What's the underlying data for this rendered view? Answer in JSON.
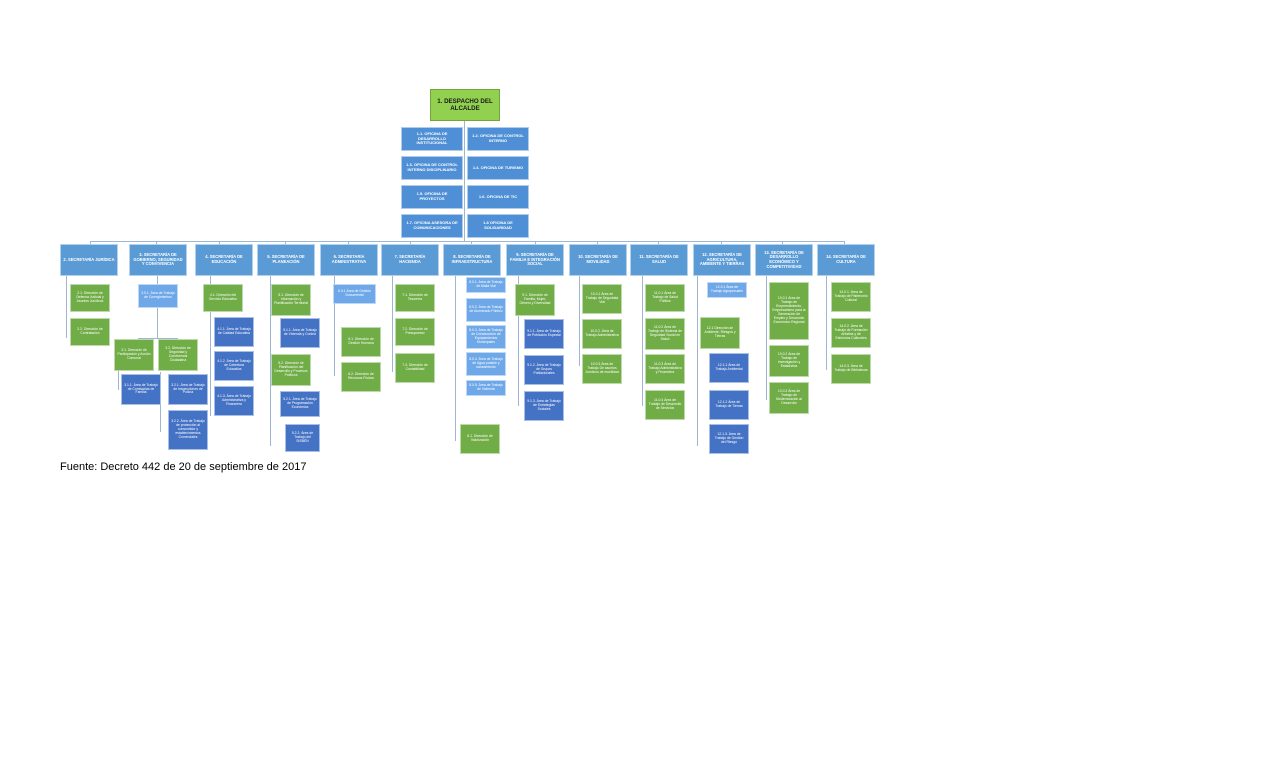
{
  "top": {
    "label": "1. DESPACHO DEL ALCALDE"
  },
  "offices": [
    "1.1. OFICINA DE DESARROLLO INSTITUCIONAL",
    "1.2. OFICINA DE CONTROL INTERNO",
    "1.3. OFICINA DE CONTROL INTERNO DISCIPLINARIO",
    "1.4. OFICINA DE TURISMO",
    "1.5. OFICINA DE PROYECTOS",
    "1.6. OFICINA DE TIC",
    "1.7. OFICINA ASESORA DE COMUNICACIONES",
    "1.8 OFICINA DE SOLIDARIDAD"
  ],
  "secretarias": [
    {
      "title": "2. SECRETARÍA JURÍDICA",
      "children": [
        "2.1. Dirección de Defensa Judicial y Asuntos Jurídicos",
        "2.2. Dirección de Contratación"
      ]
    },
    {
      "title": "3. SECRETARÍA DE GOBIERNO, SEGURIDAD Y CONVIVENCIA",
      "children": [
        "3.0.1. Área de Trabajo de Corregimientos",
        "3.1. Dirección de Participación y Acción Comunal",
        "3.2. Dirección de Seguridad y Convivencia Ciudadana",
        "3.1.1. Área de Trabajo de Comisarías de Familia",
        "3.2.1. Área de Trabajo de Inspecciones de Policía",
        "3.2.2. Área de Trabajo de protección al consumidor y establecimientos Comerciales"
      ]
    },
    {
      "title": "4. SECRETARÍA DE EDUCACIÓN",
      "children": [
        "4.1. Dirección del Servicio Educativo",
        "4.1.1. Área de Trabajo de Calidad Educativa",
        "4.1.2. Área de Trabajo de Cobertura Educativa",
        "4.1.3. Área de Trabajo Administrativa y Financiera"
      ]
    },
    {
      "title": "5. SECRETARÍA DE PLANEACIÓN",
      "children": [
        "5.1. Dirección de Información y Planificación Territorial",
        "5.1.1. Área de Trabajo de Vivienda y Control",
        "5.2. Dirección de Planificación del Desarrollo y Procesos Políticos",
        "5.2.1. Área de Trabajo de Programación Económica",
        "5.2.2. Área de Trabajo del SISBÉN"
      ]
    },
    {
      "title": "6. SECRETARÍA ADMINISTRATIVA",
      "children": [
        "6.0.1 Área de Gestión Documental",
        "6.1. Dirección de Gestión Humana",
        "6.2. Dirección de Recursos Físicos"
      ]
    },
    {
      "title": "7. SECRETARÍA HACIENDA",
      "children": [
        "7.1. Dirección de Tesorería",
        "7.2. Dirección de Presupuesto",
        "7.3. Dirección de Contabilidad"
      ]
    },
    {
      "title": "8. SECRETARÍA DE INFRAESTRUCTURA",
      "children": [
        "8.0.1. Área de Trabajo de Malla Vial",
        "8.0.2. Área de Trabajo de Alumbrado Público",
        "8.0.3. Área de Trabajo de Construcción de Equipamientos Municipales",
        "8.0.4. Área de Trabajo de Agua potable y saneamiento",
        "8.0.5. Área de Trabajo de Vivienda",
        "8.1. Dirección de Valorización"
      ]
    },
    {
      "title": "9. SECRETARÍA DE FAMILIA E INTEGRACIÓN SOCIAL",
      "children": [
        "9.1. Dirección de Familia, Mujer, Género y Diversidad",
        "9.1.1. Área de Trabajo de Población Especial",
        "9.1.2. Área de Trabajo de Grupos Poblacionales",
        "9.1.3. Área de Trabajo de Estrategias Sociales"
      ]
    },
    {
      "title": "10. SECRETARÍA DE MOVILIDAD",
      "children": [
        "10.0.1 Área de Trabajo de Seguridad Vial",
        "10.0.2. Área de Trabajo Administrativa",
        "10.0.3 Área de Trabajo De asuntos Jurídicos de movilidad"
      ]
    },
    {
      "title": "11. SECRETARÍA DE SALUD",
      "children": [
        "11.0.1 Área de Trabajo de Salud Pública",
        "11.0.2 Área de Trabajo de Sistema de Seguridad Social en Salud",
        "11.0.3 Área de Trabajo Administrativa y Financiera",
        "11.0.4 Área de Trabajo de Desarrollo de Servicios"
      ]
    },
    {
      "title": "12. SECRETARÍA DE AGRICULTURA, AMBIENTE Y TIERRAS",
      "children": [
        "12.0.1 Área de Trabajo Agropecuario",
        "12.1 Dirección de Ambiente, Riesgos y Tierras",
        "12.1.1 Área de Trabajo Ambiental",
        "12.1.2 Área de Trabajo de Tierras",
        "12.1.3. Área de Trabajo de Gestión del Riesgo"
      ]
    },
    {
      "title": "13. SECRETARÍA DE DESARROLLO ECONÓMICO Y COMPETITIVIDAD",
      "children": [
        "13.0.1 Área de Trabajo de Emprendimiento, Empresarismo para la Generación de Empleo y Desarrollo Económico Regional",
        "13.0.2 Área de Trabajo de Investigación y Estadística",
        "13.0.3 Área de Trabajo de Modernización al Desarrollo"
      ]
    },
    {
      "title": "14. SECRETARÍA DE CULTURA",
      "children": [
        "14.0.1. Área de Trabajo de Patrimonio Cultural",
        "14.0.2. Área de Trabajo de Formación Artística y de Estímulos Culturales",
        "14.0.3. Área de Trabajo de Bibliotecas"
      ]
    }
  ],
  "caption": "Fuente: Decreto 442 de 20 de septiembre de 2017",
  "colors": {
    "top": "#92d050",
    "office": "#4f8fd6",
    "secretaria": "#5b9bd5",
    "direccion": "#70ad47",
    "area": "#4472c4",
    "area_light": "#6fa8e8"
  }
}
